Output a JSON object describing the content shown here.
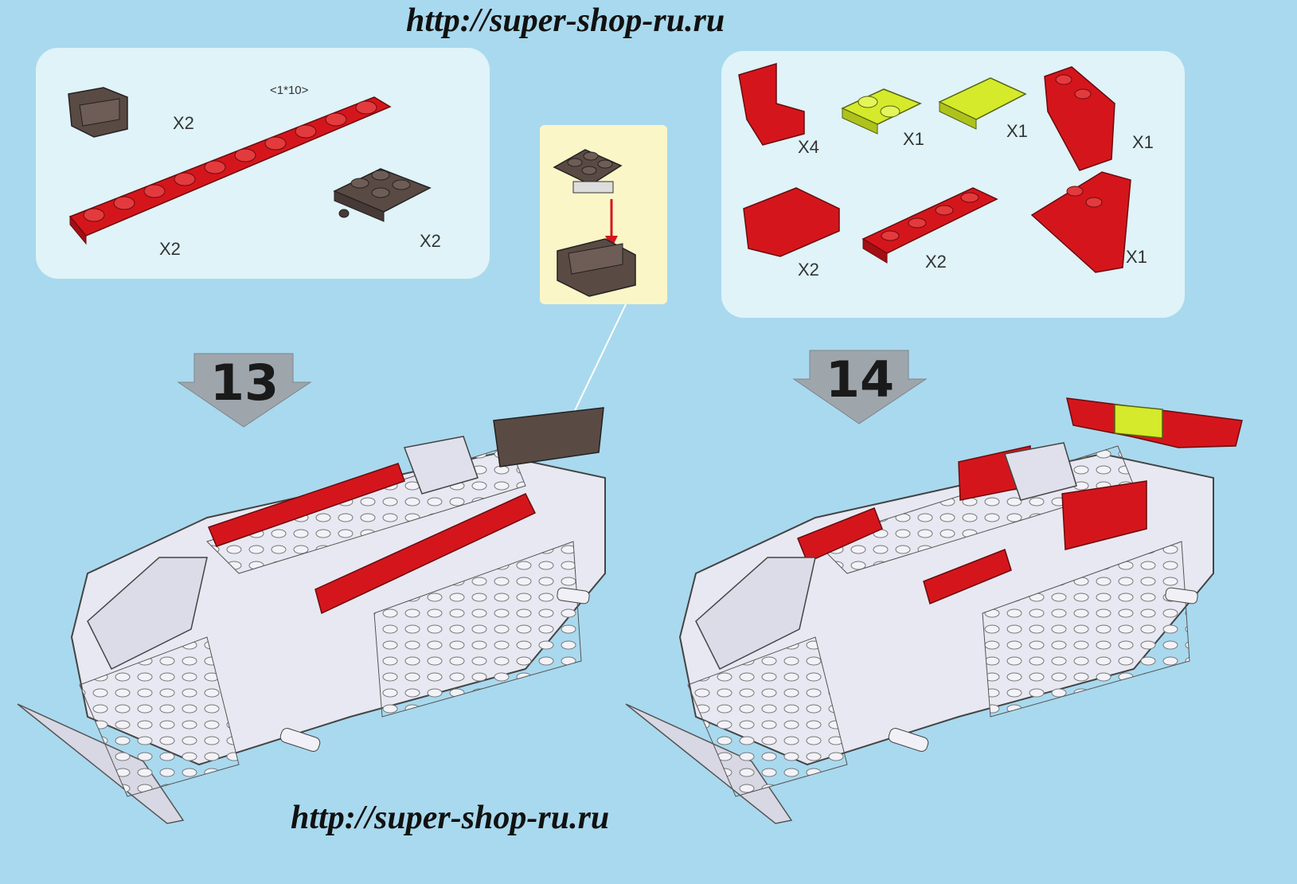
{
  "watermark": {
    "top": "http://super-shop-ru.ru",
    "bottom": "http://super-shop-ru.ru"
  },
  "step13": {
    "number": "13",
    "dimension": "<1*10>",
    "parts": [
      {
        "qty": "X2",
        "piece": "brown slope bracket"
      },
      {
        "qty": "X2",
        "piece": "red plate 1x10"
      },
      {
        "qty": "X2",
        "piece": "brown plate 2x2 with pin"
      }
    ]
  },
  "step14": {
    "number": "14",
    "parts": [
      {
        "qty": "X4",
        "piece": "red bracket"
      },
      {
        "qty": "X1",
        "piece": "lime plate 1x2"
      },
      {
        "qty": "X1",
        "piece": "lime tile"
      },
      {
        "qty": "X1",
        "piece": "red wedge left"
      },
      {
        "qty": "X2",
        "piece": "red panel"
      },
      {
        "qty": "X2",
        "piece": "red plate 1x4"
      },
      {
        "qty": "X1",
        "piece": "red wedge right"
      }
    ]
  },
  "colors": {
    "background": "#a9d9ee",
    "panel": "#dff3f8",
    "subpanel": "#fbf6c7",
    "red": "#d4161c",
    "brown": "#5a4a44",
    "lime": "#d4ea2a",
    "body": "#e8e8f2"
  }
}
